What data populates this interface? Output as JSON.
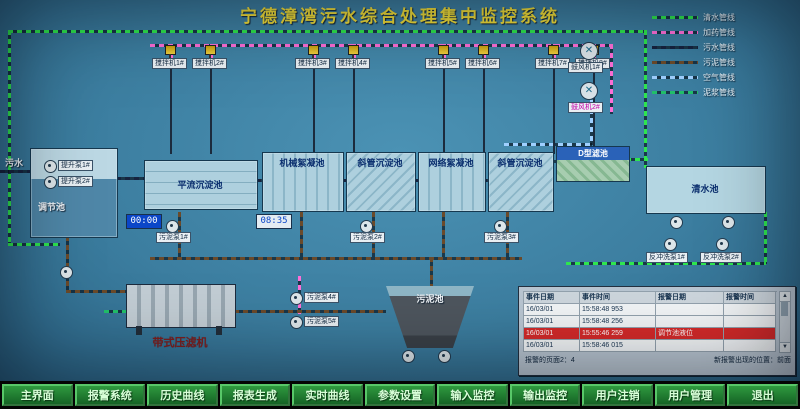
{
  "title": "宁德漳湾污水综合处理集中监控系统",
  "legend": [
    {
      "label": "清水管线",
      "color": "#2ee64e"
    },
    {
      "label": "加药管线",
      "color": "#ff6fd8"
    },
    {
      "label": "污水管线",
      "color": "#16233f"
    },
    {
      "label": "污泥管线",
      "color": "#6b4a2a"
    },
    {
      "label": "空气管线",
      "color": "#9fd0ff"
    },
    {
      "label": "泥浆管线",
      "color": "#22c06a"
    }
  ],
  "diagram": {
    "sewage_label": "污水",
    "tanks": {
      "regulating": "调节池",
      "sedimentation1": "平流沉淀池",
      "mech_floc": "机械絮凝池",
      "inclined1": "斜管沉淀池",
      "grid_floc": "网络絮凝池",
      "inclined2": "斜管沉淀池",
      "d_filter": "D型滤池",
      "clean_water": "清水池",
      "sludge": "污泥池",
      "belt_press": "带式压滤机"
    },
    "mixers": [
      "搅拌机1#",
      "搅拌机2#",
      "搅拌机3#",
      "搅拌机4#",
      "搅拌机5#",
      "搅拌机6#",
      "搅拌机7#",
      "搅拌机8#"
    ],
    "blowers": [
      "鼓风机1#",
      "鼓风机2#"
    ],
    "pumps": {
      "lift1": "提升泵1#",
      "lift2": "提升泵2#",
      "sludge1": "污泥泵1#",
      "sludge2": "污泥泵2#",
      "sludge3": "污泥泵3#",
      "sludge4": "污泥泵4#",
      "sludge5": "污泥泵5#",
      "backwash1": "反冲洗泵1#",
      "backwash2": "反冲洗泵2#"
    },
    "timers": {
      "t1": "00:00",
      "t2": "08:35"
    }
  },
  "alarm_panel": {
    "headers": [
      "事件日期",
      "事件时间",
      "报警日期",
      "报警时间"
    ],
    "rows": [
      {
        "date": "16/03/01",
        "time": "15:58:48 953",
        "msg": ""
      },
      {
        "date": "16/03/01",
        "time": "15:58:48 256",
        "msg": ""
      },
      {
        "date": "16/03/01",
        "time": "15:55:46 259",
        "msg": "调节池液位"
      },
      {
        "date": "16/03/01",
        "time": "15:58:46 015",
        "msg": ""
      }
    ],
    "footer_left": "报警的页面2：4",
    "footer_right": "新报警出现的位置：前面"
  },
  "nav": [
    "主界面",
    "报警系统",
    "历史曲线",
    "报表生成",
    "实时曲线",
    "参数设置",
    "输入监控",
    "输出监控",
    "用户注销",
    "用户管理",
    "退出"
  ]
}
